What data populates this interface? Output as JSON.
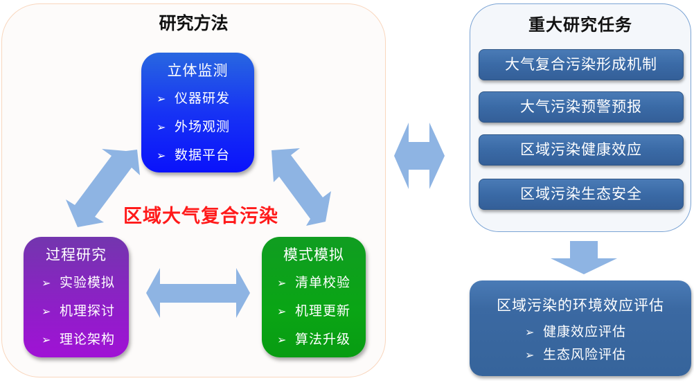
{
  "research_methods": {
    "title": "研究方法",
    "center_label": "区域大气复合污染",
    "boxes": [
      {
        "title": "立体监测",
        "color": "#1733f4",
        "items": [
          "仪器研发",
          "外场观测",
          "数据平台"
        ]
      },
      {
        "title": "过程研究",
        "color": "#8f1ec8",
        "items": [
          "实验模拟",
          "机理探讨",
          "理论架构"
        ]
      },
      {
        "title": "模式模拟",
        "color": "#0aa515",
        "items": [
          "清单校验",
          "机理更新",
          "算法升级"
        ]
      }
    ],
    "bullet": "➢"
  },
  "major_tasks": {
    "title": "重大研究任务",
    "items": [
      "大气复合污染形成机制",
      "大气污染预警预报",
      "区域污染健康效应",
      "区域污染生态安全"
    ]
  },
  "evaluation": {
    "title": "区域污染的环境效应评估",
    "items": [
      "健康效应评估",
      "生态风险评估"
    ],
    "bullet": "➢"
  },
  "colors": {
    "arrow": "#8eb4e3",
    "task_button": "#3a6aa6",
    "center_label": "#ff1a1a",
    "left_panel_border": "#f9d6bd",
    "right_panel_border": "#7aa3d4"
  }
}
